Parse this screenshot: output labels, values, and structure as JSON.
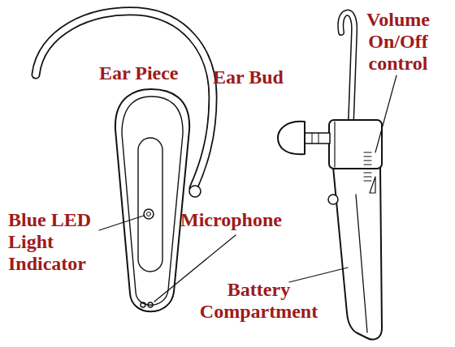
{
  "diagram": {
    "labels": [
      "Volume On/Off control",
      "Ear Piece",
      "Ear Bud",
      "Blue LED Light Indicator",
      "Microphone",
      "Battery Compartment"
    ]
  }
}
